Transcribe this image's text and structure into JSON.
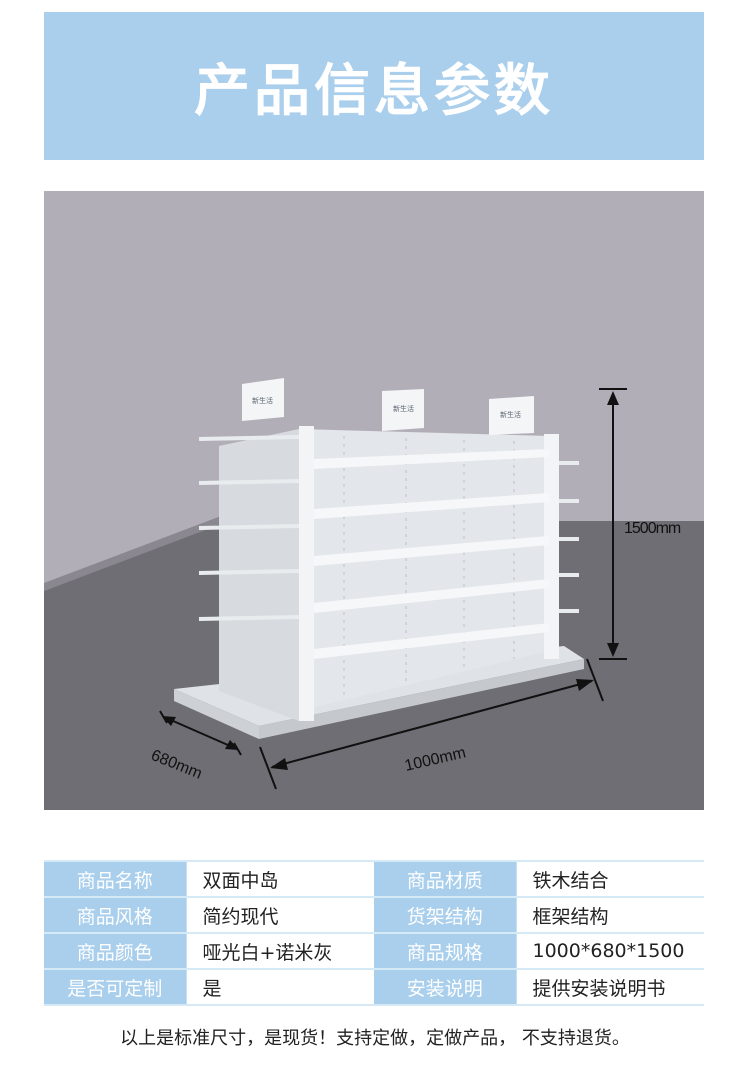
{
  "header": {
    "title": "产品信息参数"
  },
  "product_image": {
    "dim_height": "1500mm",
    "dim_length": "1000mm",
    "dim_depth": "680mm",
    "sign_text": "新生活",
    "colors": {
      "wall": "#b2aeb8",
      "floor": "#6f6e75",
      "shelf": "#eef0f3",
      "banner": "#aacfec"
    }
  },
  "specs": {
    "rows": [
      {
        "l1": "商品名称",
        "v1": "双面中岛",
        "l2": "商品材质",
        "v2": "铁木结合"
      },
      {
        "l1": "商品风格",
        "v1": "简约现代",
        "l2": "货架结构",
        "v2": "框架结构"
      },
      {
        "l1": "商品颜色",
        "v1": "哑光白+诺米灰",
        "l2": "商品规格",
        "v2": "1000*680*1500"
      },
      {
        "l1": "是否可定制",
        "v1": "是",
        "l2": "安装说明",
        "v2": "提供安装说明书"
      }
    ]
  },
  "footer": {
    "note": "以上是标准尺寸，是现货！支持定做，定做产品， 不支持退货。"
  }
}
